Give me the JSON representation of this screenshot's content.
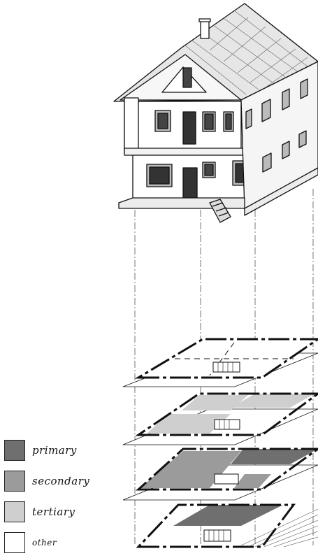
{
  "legend": {
    "items": [
      {
        "label": "primary",
        "color": "#6f6f6f"
      },
      {
        "label": "secondary",
        "color": "#9b9b9b"
      },
      {
        "label": "tertiary",
        "color": "#cfcfcf"
      },
      {
        "label": "other",
        "color": "#ffffff"
      }
    ]
  },
  "colors": {
    "ink": "#111111",
    "primary": "#6f6f6f",
    "secondary": "#9b9b9b",
    "tertiary": "#cfcfcf"
  }
}
